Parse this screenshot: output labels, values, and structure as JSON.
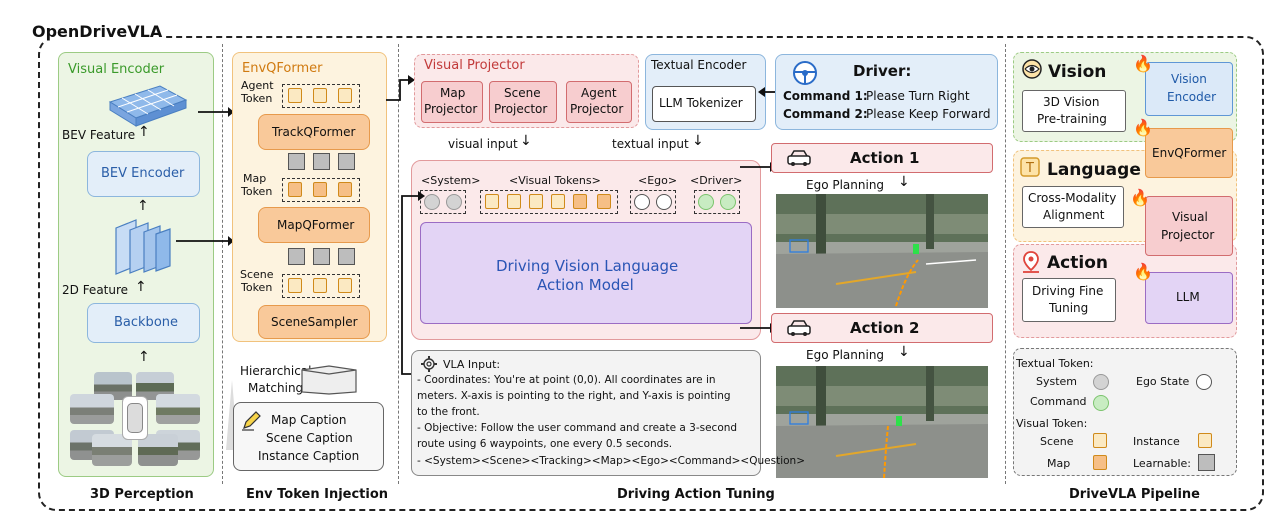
{
  "title": "OpenDriveVLA",
  "sections": {
    "perception": "3D Perception",
    "env": "Env Token Injection",
    "action": "Driving Action Tuning",
    "pipeline": "DriveVLA Pipeline"
  },
  "visual_encoder": {
    "title": "Visual Encoder",
    "bev_feature": "BEV Feature",
    "bev_encoder": "BEV Encoder",
    "feature_2d": "2D Feature",
    "backbone": "Backbone"
  },
  "envqformer": {
    "title": "EnvQFormer",
    "agent_token_1": "Agent",
    "agent_token_2": "Token",
    "track": "TrackQFormer",
    "map_token_1": "Map",
    "map_token_2": "Token",
    "map": "MapQFormer",
    "scene_token_1": "Scene",
    "scene_token_2": "Token",
    "scene": "SceneSampler"
  },
  "hierarchical": {
    "line1": "Hierarchical",
    "line2": "Matching"
  },
  "captions": {
    "map": "Map Caption",
    "scene": "Scene Caption",
    "instance": "Instance Caption"
  },
  "visual_projector": {
    "title": "Visual Projector",
    "map": [
      "Map",
      "Projector"
    ],
    "scene": [
      "Scene",
      "Projector"
    ],
    "agent": [
      "Agent",
      "Projector"
    ]
  },
  "textual_encoder": {
    "title": "Textual Encoder",
    "tokenizer": "LLM Tokenizer"
  },
  "driver": {
    "title": "Driver:",
    "cmd1_label": "Command 1:",
    "cmd1": "Please Turn Right",
    "cmd2_label": "Command 2:",
    "cmd2": "Please Keep Forward"
  },
  "inputs": {
    "visual": "visual input",
    "textual": "textual input"
  },
  "tokens": {
    "system": "<System>",
    "visual": "<Visual Tokens>",
    "ego": "<Ego>",
    "driver": "<Driver>"
  },
  "model": {
    "line1": "Driving Vision Language",
    "line2": "Action Model"
  },
  "actions": {
    "a1": "Action 1",
    "a2": "Action 2",
    "ego_planning": "Ego Planning"
  },
  "vla_input": {
    "title": "VLA Input:",
    "lines": [
      "- Coordinates: You're at point (0,0). All coordinates are in",
      "meters. X-axis is pointing to the right, and Y-axis is pointing",
      "to the front.",
      "- Objective: Follow the user command and create a 3-second",
      "route using 6 waypoints, one every 0.5 seconds.",
      "- <System><Scene><Tracking><Map><Ego><Command><Question>"
    ]
  },
  "pipeline": {
    "vision": "Vision",
    "pretrain": [
      "3D Vision",
      "Pre-training"
    ],
    "vision_encoder": [
      "Vision",
      "Encoder"
    ],
    "envqformer": "EnvQFormer",
    "language": "Language",
    "cross": [
      "Cross-Modality",
      "Alignment"
    ],
    "visual_projector": [
      "Visual",
      "Projector"
    ],
    "action": "Action",
    "finetune": [
      "Driving Fine",
      "Tuning"
    ],
    "llm": "LLM"
  },
  "legend": {
    "textual": "Textual Token:",
    "system": "System",
    "ego_state": "Ego State",
    "command": "Command",
    "visual": "Visual Token:",
    "scene": "Scene",
    "instance": "Instance",
    "map": "Map",
    "learnable": "Learnable:"
  },
  "colors": {
    "green_panel": "#ecf5e4",
    "green_border": "#9ccb84",
    "orange_panel": "#fdf3df",
    "orange_border": "#f1c27d",
    "pink_panel": "#fbe9ea",
    "pink_border": "#e29a9c",
    "blue_panel": "#e3eef9",
    "blue_border": "#8cb6dd",
    "purple": "#e3d4f5",
    "purple_border": "#9b6cc4"
  }
}
